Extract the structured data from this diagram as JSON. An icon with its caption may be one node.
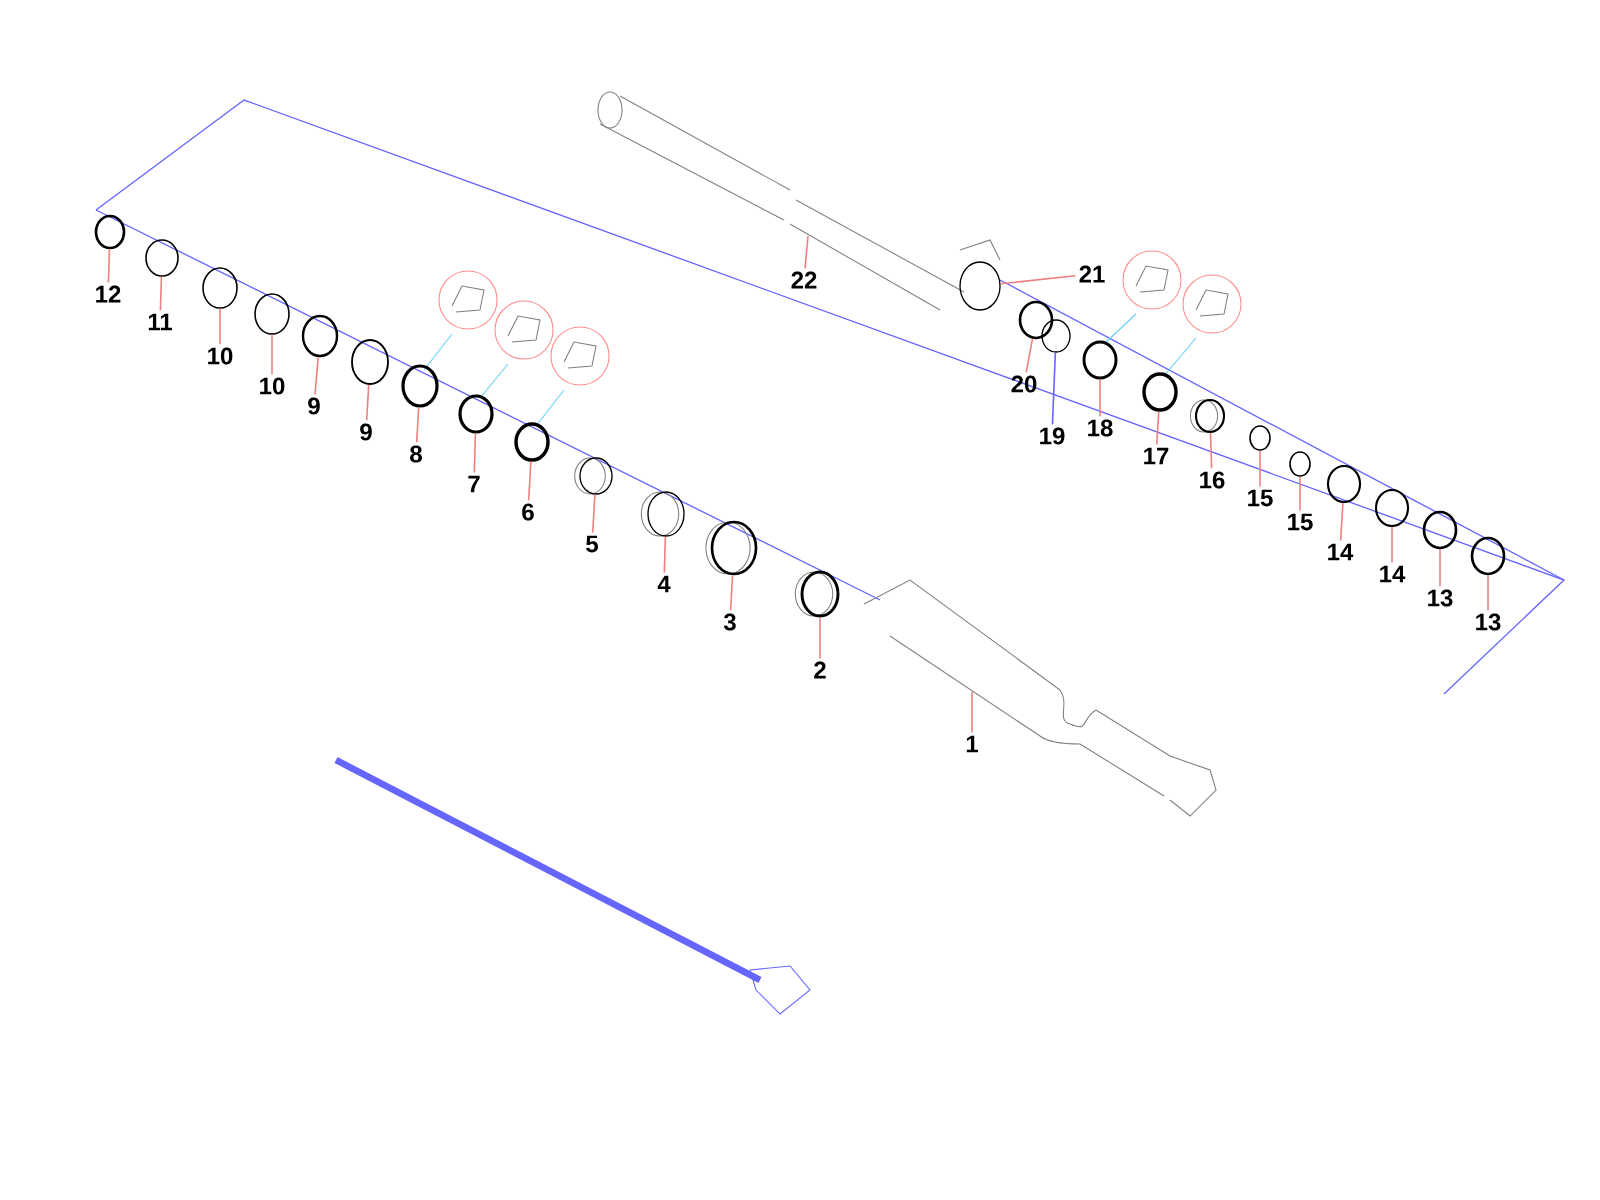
{
  "diagram": {
    "nodes": [
      {
        "text": [
          "12"
        ]
      },
      {
        "text": [
          "11"
        ]
      },
      {
        "text": [
          "10"
        ]
      },
      {
        "text": [
          "10"
        ]
      },
      {
        "text": [
          "9"
        ]
      },
      {
        "text": [
          "9"
        ]
      },
      {
        "text": [
          "8"
        ]
      },
      {
        "text": [
          "7"
        ]
      },
      {
        "text": [
          "6"
        ]
      },
      {
        "text": [
          "5"
        ]
      },
      {
        "text": [
          "4"
        ]
      },
      {
        "text": [
          "3"
        ]
      },
      {
        "text": [
          "2"
        ]
      },
      {
        "text": [
          "1"
        ]
      },
      {
        "text": [
          "22"
        ]
      },
      {
        "text": [
          "21"
        ]
      },
      {
        "text": [
          "20"
        ]
      },
      {
        "text": [
          "19"
        ]
      },
      {
        "text": [
          "18"
        ]
      },
      {
        "text": [
          "17"
        ]
      },
      {
        "text": [
          "16"
        ]
      },
      {
        "text": [
          "15"
        ]
      },
      {
        "text": [
          "15"
        ]
      },
      {
        "text": [
          "14"
        ]
      },
      {
        "text": [
          "14"
        ]
      },
      {
        "text": [
          "13"
        ]
      },
      {
        "text": [
          "13"
        ]
      },
      {
        "text": [],
        "shape": "circle"
      },
      {
        "text": [],
        "shape": "circle"
      },
      {
        "text": [],
        "shape": "circle"
      },
      {
        "text": [],
        "shape": "circle"
      },
      {
        "text": [],
        "shape": "circle"
      },
      {
        "text": [],
        "shape": "circle"
      },
      {
        "text": [],
        "shape": "circle"
      },
      {
        "text": [],
        "shape": "circle"
      },
      {
        "text": [],
        "shape": "circle"
      },
      {
        "text": [],
        "shape": "circle"
      },
      {
        "text": [],
        "shape": "circle"
      },
      {
        "text": [],
        "shape": "circle"
      },
      {
        "text": [],
        "shape": "circle"
      },
      {
        "text": [],
        "shape": "circle"
      },
      {
        "text": [],
        "shape": "circle"
      },
      {
        "text": [],
        "shape": "circle"
      },
      {
        "text": [],
        "shape": "circle"
      },
      {
        "text": [],
        "shape": "circle"
      },
      {
        "text": [],
        "shape": "circle"
      },
      {
        "text": [],
        "shape": "circle"
      },
      {
        "text": [],
        "shape": "circle"
      },
      {
        "text": [],
        "shape": "circle"
      },
      {
        "text": [],
        "shape": "circle"
      },
      {
        "text": [],
        "shape": "circle"
      },
      {
        "text": [],
        "shape": "circle"
      }
    ],
    "edges": [
      {
        "from": 0,
        "to": 27,
        "arrow": "none"
      },
      {
        "from": 1,
        "to": 28,
        "arrow": "none"
      },
      {
        "from": 2,
        "to": 29,
        "arrow": "none"
      },
      {
        "from": 3,
        "to": 30,
        "arrow": "none"
      },
      {
        "from": 4,
        "to": 31,
        "arrow": "none"
      },
      {
        "from": 5,
        "to": 32,
        "arrow": "none"
      },
      {
        "from": 6,
        "to": 33,
        "arrow": "none"
      },
      {
        "from": 7,
        "to": 34,
        "arrow": "none"
      },
      {
        "from": 8,
        "to": 35,
        "arrow": "none"
      },
      {
        "from": 9,
        "to": 36,
        "arrow": "none"
      },
      {
        "from": 10,
        "to": 37,
        "arrow": "none"
      },
      {
        "from": 11,
        "to": 38,
        "arrow": "none"
      },
      {
        "from": 12,
        "to": 39,
        "arrow": "none"
      },
      {
        "from": 13,
        "to": null,
        "arrow": "none"
      },
      {
        "from": 14,
        "to": null,
        "arrow": "none"
      },
      {
        "from": 15,
        "to": 40,
        "arrow": "none"
      },
      {
        "from": 16,
        "to": 41,
        "arrow": "none"
      },
      {
        "from": 17,
        "to": 42,
        "arrow": "none",
        "color": "#6666ff"
      },
      {
        "from": 18,
        "to": 43,
        "arrow": "none"
      },
      {
        "from": 19,
        "to": 44,
        "arrow": "none"
      },
      {
        "from": 20,
        "to": 45,
        "arrow": "none"
      },
      {
        "from": 21,
        "to": 46,
        "arrow": "none"
      },
      {
        "from": 22,
        "to": 47,
        "arrow": "none"
      },
      {
        "from": 23,
        "to": 48,
        "arrow": "none"
      },
      {
        "from": 24,
        "to": 49,
        "arrow": "none"
      },
      {
        "from": 25,
        "to": 50,
        "arrow": "none"
      },
      {
        "from": 26,
        "to": 51,
        "arrow": "none"
      }
    ]
  }
}
